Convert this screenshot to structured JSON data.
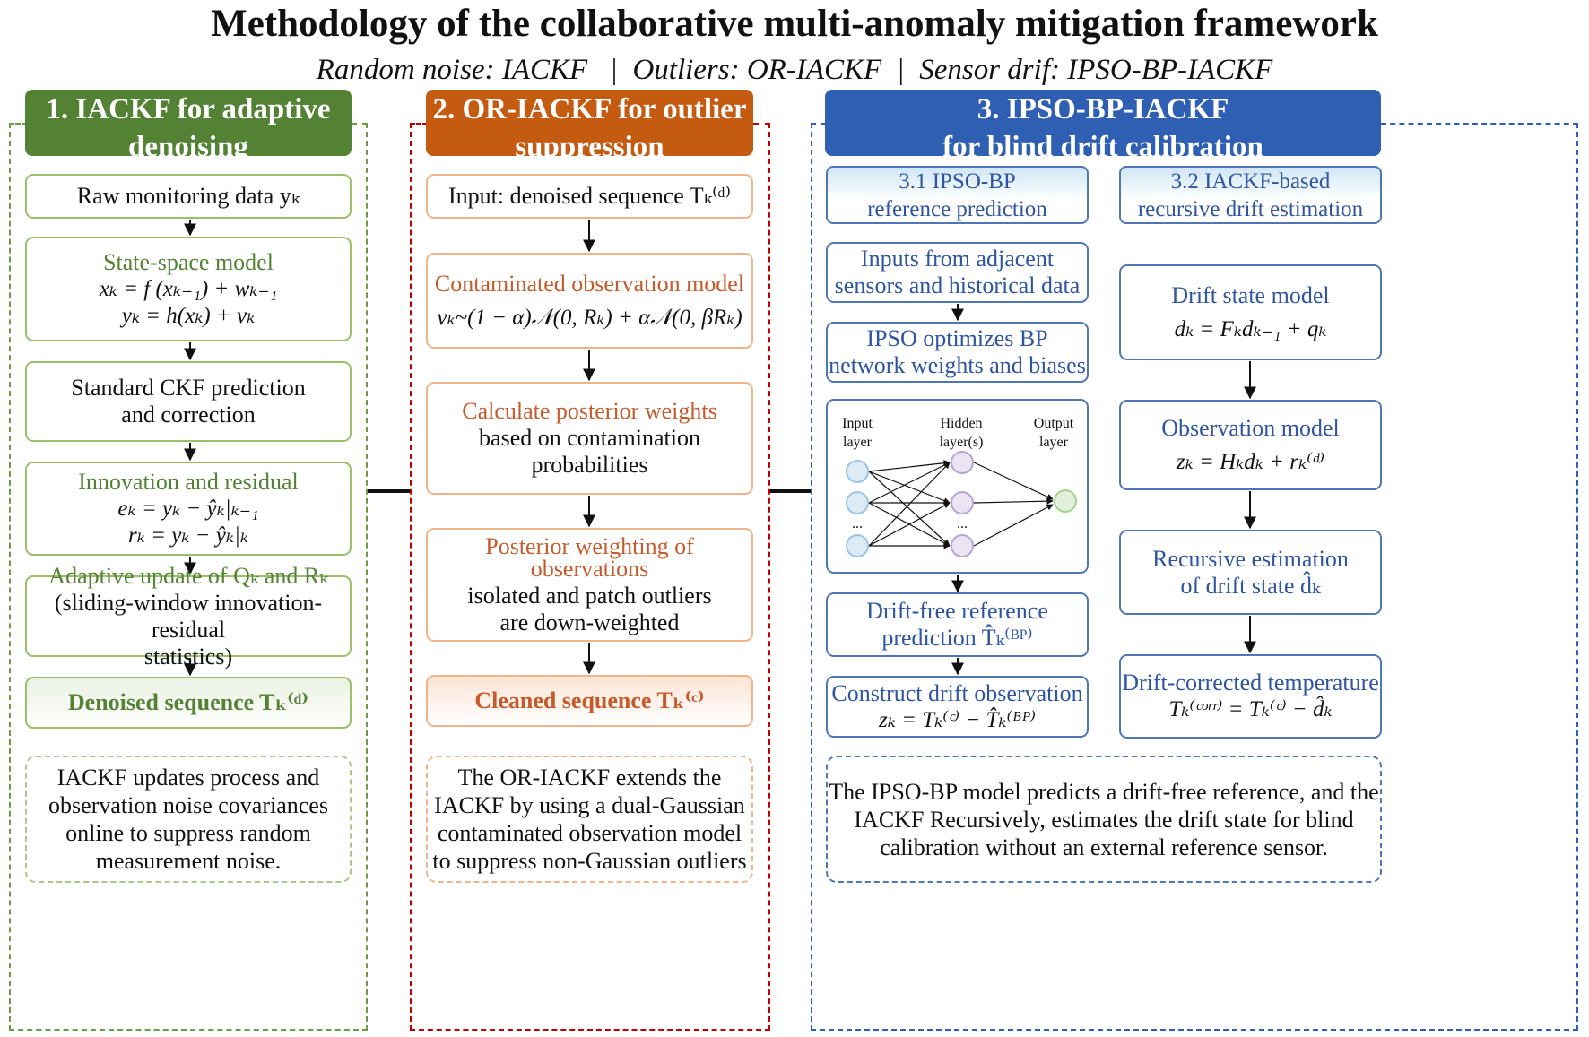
{
  "title": "Methodology of the collaborative multi-anomaly mitigation framework",
  "subtitle": "Random noise: IACKF   |  Outliers: OR-IACKF  |  Sensor drif: IPSO-BP-IACKF",
  "colors": {
    "green": "#548235",
    "orange": "#c55a11",
    "blue": "#2f5fb3"
  },
  "col1": {
    "header": [
      "1. IACKF for adaptive",
      "denoising"
    ],
    "raw": "Raw monitoring data yₖ",
    "ssm_title": "State-space model",
    "ssm_eq1": "xₖ = f (xₖ₋₁) + wₖ₋₁",
    "ssm_eq2": "yₖ = h(xₖ) + vₖ",
    "ckf": [
      "Standard CKF prediction",
      "and correction"
    ],
    "innov_title": "Innovation and residual",
    "innov_eq1": "eₖ = yₖ − ŷₖ|ₖ₋₁",
    "innov_eq2": "rₖ = yₖ − ŷₖ|ₖ",
    "adapt_title": "Adaptive update of Qₖ  and Rₖ",
    "adapt_body": [
      "(sliding-window innovation-residual",
      "statistics)"
    ],
    "output": "Denoised sequence  Tₖ⁽ᵈ⁾",
    "note": [
      "IACKF updates process and",
      "observation noise covariances",
      "online to suppress random",
      "measurement noise."
    ]
  },
  "col2": {
    "header": [
      "2. OR-IACKF for outlier",
      "suppression"
    ],
    "input": "Input: denoised sequence  Tₖ⁽ᵈ⁾",
    "model_title": "Contaminated observation model",
    "model_eq": "vₖ~(1 − α)𝒩(0, Rₖ) + α𝒩(0, βRₖ)",
    "post_title": "Calculate posterior weights",
    "post_body": [
      "based on contamination",
      "probabilities"
    ],
    "weight_title": [
      "Posterior weighting of",
      "observations"
    ],
    "weight_body": [
      "isolated and patch outliers",
      "are down-weighted"
    ],
    "output": "Cleaned sequence  Tₖ⁽ᶜ⁾",
    "note": [
      "The OR-IACKF extends the",
      "IACKF by using a dual-Gaussian",
      "contaminated observation model",
      "to suppress non-Gaussian outliers"
    ]
  },
  "col3": {
    "header": [
      "3. IPSO-BP-IACKF",
      "for blind drift calibration"
    ],
    "sub1": [
      "3.1 IPSO-BP",
      "reference prediction"
    ],
    "sub2": [
      "3.2 IACKF-based",
      "recursive drift estimation"
    ],
    "inputs": [
      "Inputs from adjacent",
      "sensors and historical data"
    ],
    "ipso": [
      "IPSO optimizes BP",
      "network weights and biases"
    ],
    "nn": {
      "input": [
        "Input",
        "layer"
      ],
      "hidden": [
        "Hidden",
        "layer(s)"
      ],
      "output": [
        "Output",
        "layer"
      ],
      "ellipsis": "..."
    },
    "driftfree": [
      "Drift-free reference",
      "prediction  T̂ₖ⁽ᴮᴾ⁾"
    ],
    "construct_title": "Construct drift observation",
    "construct_eq": "zₖ = Tₖ⁽ᶜ⁾ − T̂ₖ⁽ᴮᴾ⁾",
    "dsm_title": "Drift state model",
    "dsm_eq": "dₖ = Fₖdₖ₋₁ + qₖ",
    "obs_title": "Observation model",
    "obs_eq": "zₖ = Hₖdₖ + rₖ⁽ᵈ⁾",
    "rec": [
      "Recursive estimation",
      "of drift state  d̂ₖ"
    ],
    "corr_title": "Drift-corrected temperature",
    "corr_eq": "Tₖ⁽ᶜᵒʳʳ⁾ = Tₖ⁽ᶜ⁾ − d̂ₖ",
    "note": [
      "The IPSO-BP model predicts a drift-free reference, and the",
      "IACKF Recursively, estimates the drift state for blind",
      "calibration without an external reference sensor."
    ]
  }
}
